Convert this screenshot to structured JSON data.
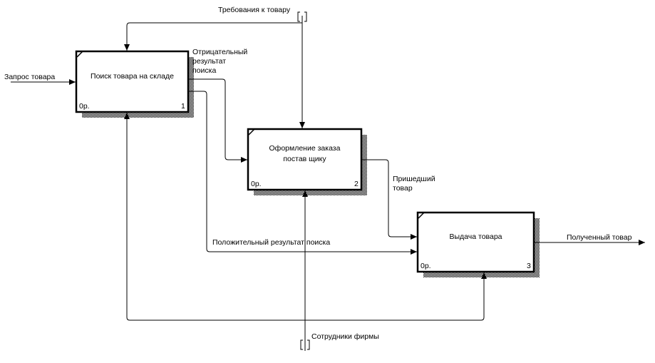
{
  "diagram": {
    "type": "IDEF0",
    "colors": {
      "line": "#000000",
      "background": "#ffffff",
      "shadow": "#000000"
    },
    "boxes": [
      {
        "id": "1",
        "title": "Поиск товара на складе",
        "cost": "0р.",
        "number": "1"
      },
      {
        "id": "2",
        "title": "Оформление заказа поставщику",
        "title_lines": [
          "Оформление заказа",
          "постав щику"
        ],
        "cost": "0р.",
        "number": "2"
      },
      {
        "id": "3",
        "title": "Выдача товара",
        "cost": "0р.",
        "number": "3"
      }
    ],
    "arrows": {
      "input_request": "Запрос товара",
      "control_requirements": "Требования к товару",
      "negative_result": [
        "Отрицательный",
        "результат",
        "поиска"
      ],
      "positive_result": "Положительный результат поиска",
      "arrived_goods": [
        "Пришедший",
        "товар"
      ],
      "output_received": "Полученный товар",
      "mechanism_staff": "Сотрудники фирмы"
    }
  }
}
